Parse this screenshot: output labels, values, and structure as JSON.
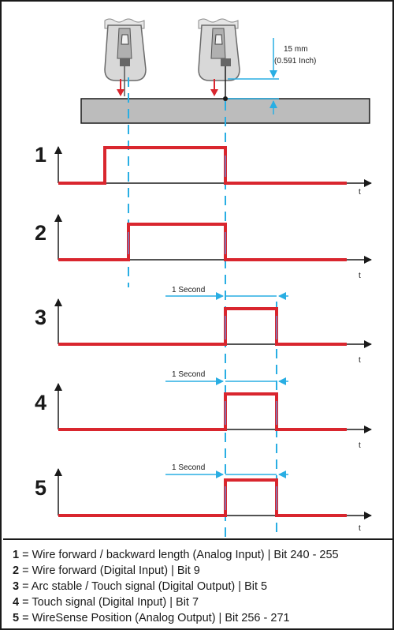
{
  "colors": {
    "signal": "#d9262e",
    "dash": "#29aee3",
    "axis": "#1a1a1a",
    "plate": "#bcbcbc",
    "edge": "#8a6fa8"
  },
  "dimension": {
    "value": "15 mm",
    "inch": "(0.591 Inch)"
  },
  "axis_label": "t",
  "interval_label": "1 Second",
  "signals": [
    {
      "number": "1"
    },
    {
      "number": "2"
    },
    {
      "number": "3"
    },
    {
      "number": "4"
    },
    {
      "number": "5"
    }
  ],
  "legend": [
    {
      "num": "1",
      "text": " = Wire forward / backward length (Analog Input) | Bit 240 - 255"
    },
    {
      "num": "2",
      "text": " = Wire forward (Digital Input) | Bit 9"
    },
    {
      "num": "3",
      "text": " = Arc stable / Touch signal (Digital Output) | Bit 5"
    },
    {
      "num": "4",
      "text": " = Touch signal (Digital Input) | Bit 7"
    },
    {
      "num": "5",
      "text": " = WireSense Position (Analog Output) | Bit 256 - 271"
    }
  ]
}
